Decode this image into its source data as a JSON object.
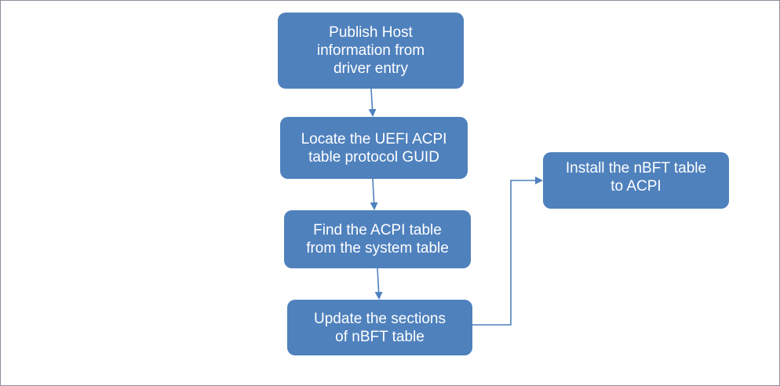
{
  "diagram": {
    "nodes": [
      {
        "id": "publish",
        "label": "Publish Host\ninformation from\ndriver entry"
      },
      {
        "id": "locate",
        "label": "Locate the UEFI ACPI\ntable protocol GUID"
      },
      {
        "id": "find",
        "label": "Find the ACPI table\nfrom the system table"
      },
      {
        "id": "update",
        "label": "Update the sections\nof nBFT table"
      },
      {
        "id": "install",
        "label": "Install the nBFT table\nto ACPI"
      }
    ],
    "edges": [
      {
        "from": "publish",
        "to": "locate"
      },
      {
        "from": "locate",
        "to": "find"
      },
      {
        "from": "find",
        "to": "update"
      },
      {
        "from": "update",
        "to": "install"
      }
    ],
    "colors": {
      "node_fill": "#4f81bd",
      "node_text": "#ffffff",
      "connector": "#4f81bd",
      "frame_border": "#8a8f99"
    }
  }
}
